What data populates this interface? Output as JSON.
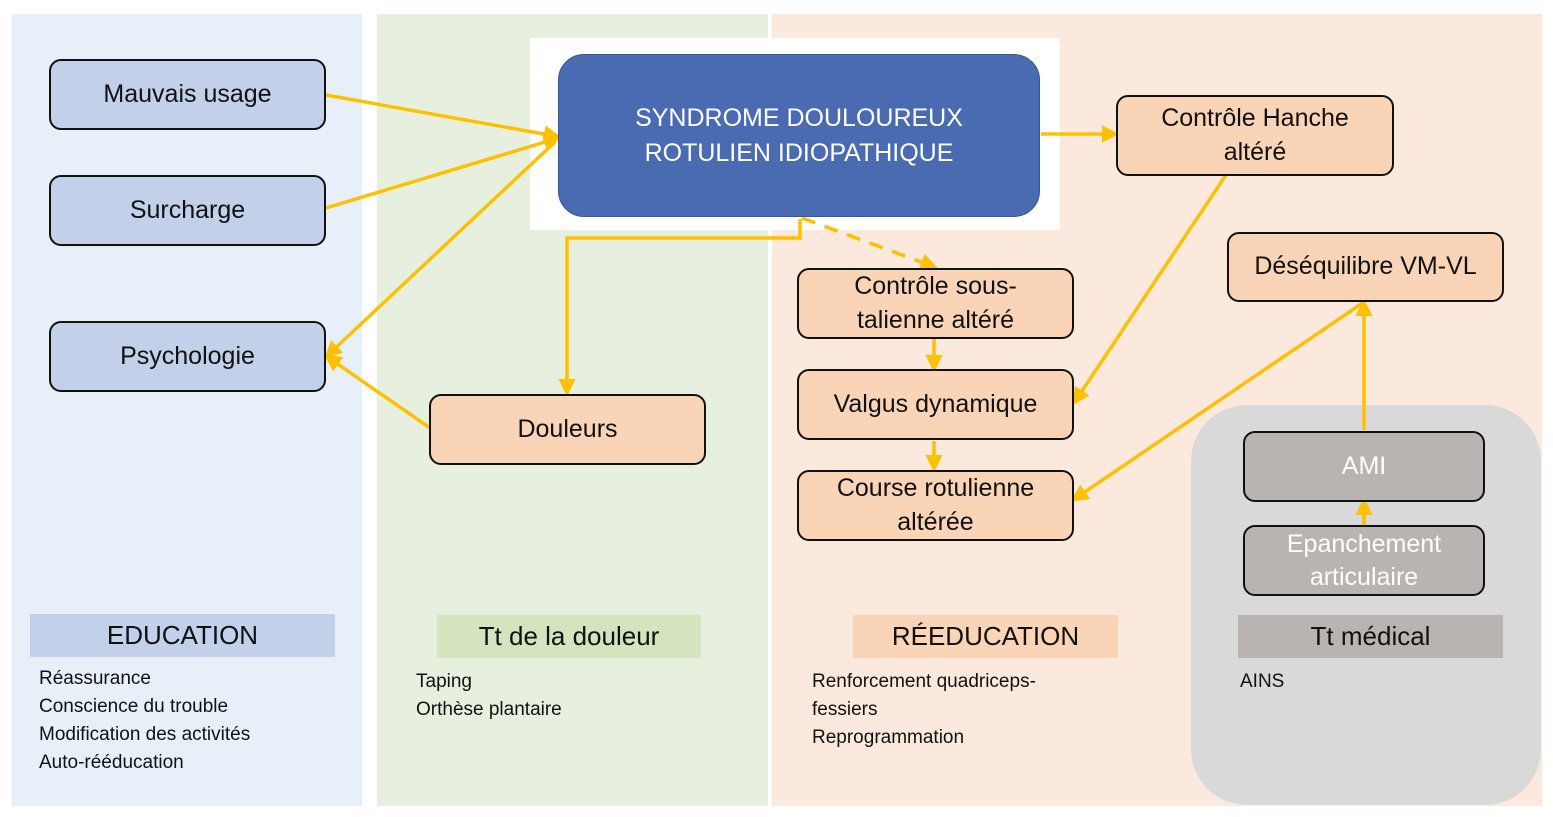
{
  "diagram": {
    "central": {
      "line1": "SYNDROME DOULOUREUX",
      "line2": "ROTULIEN IDIOPATHIQUE"
    },
    "causes": [
      "Mauvais usage",
      "Surcharge",
      "Psychologie"
    ],
    "douleurs": "Douleurs",
    "controle_hanche": {
      "line1": "Contrôle Hanche",
      "line2": "altéré"
    },
    "desequilibre": "Déséquilibre VM-VL",
    "controle_sous_talienne": {
      "line1": "Contrôle sous-",
      "line2": "talienne altéré"
    },
    "valgus": "Valgus dynamique",
    "course_rotulienne": {
      "line1": "Course rotulienne",
      "line2": "altérée"
    },
    "ami": "AMI",
    "epanchement": {
      "line1": "Epanchement",
      "line2": "articulaire"
    },
    "arrow_color": "#ffc000"
  },
  "sections": [
    {
      "title": "EDUCATION",
      "color": "#c2d0ea",
      "items": [
        "Réassurance",
        "Conscience du trouble",
        "Modification des activités",
        "Auto-rééducation"
      ]
    },
    {
      "title": "Tt de la douleur",
      "color": "#d3e4bf",
      "items": [
        "Taping",
        "Orthèse plantaire"
      ]
    },
    {
      "title": "RÉEDUCATION",
      "color": "#fad4b6",
      "items": [
        "Renforcement quadriceps-",
        "fessiers",
        "Reprogrammation"
      ]
    },
    {
      "title": "Tt médical",
      "color": "#b9b4b2",
      "items": [
        "AINS"
      ]
    }
  ]
}
